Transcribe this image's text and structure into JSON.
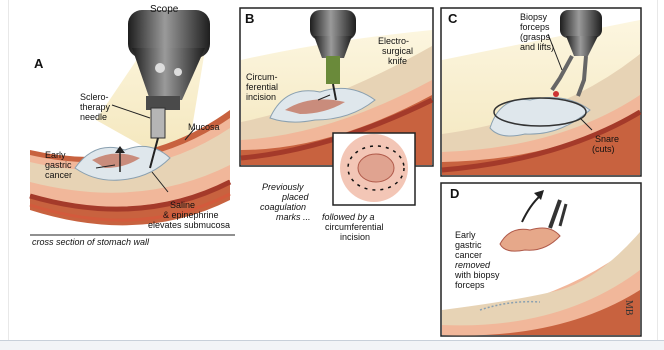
{
  "panels": {
    "a": {
      "letter": "A",
      "scope": "Scope",
      "needle": [
        "Sclero-",
        "therapy",
        "needle"
      ],
      "mucosa": "Mucosa",
      "cancer": [
        "Early",
        "gastric",
        "cancer"
      ],
      "saline": [
        "Saline",
        "& epinephrine",
        "elevates submucosa"
      ],
      "caption": "cross section of stomach wall"
    },
    "b": {
      "letter": "B",
      "knife": [
        "Electro-",
        "surgical",
        "knife"
      ],
      "incision": [
        "Circum-",
        "ferential",
        "incision"
      ],
      "marks": [
        "Previously",
        "placed",
        "coagulation",
        "marks ..."
      ],
      "followed": [
        "followed by a",
        "circumferential",
        "incision"
      ]
    },
    "c": {
      "letter": "C",
      "forceps": [
        "Biopsy",
        "forceps",
        "(grasps",
        "and lifts)"
      ],
      "snare": [
        "Snare",
        "(cuts)"
      ]
    },
    "d": {
      "letter": "D",
      "removed": [
        "Early",
        "gastric",
        "cancer",
        "removed",
        "with biopsy",
        "forceps"
      ]
    },
    "signature": "MB"
  },
  "colors": {
    "wall_outer": "#c8623f",
    "wall_mid": "#f1b79a",
    "wall_inner": "#e7d3b5",
    "muscle": "#a43a2a",
    "scope_dark": "#2d2d2d",
    "scope_light": "#8a8a8a",
    "cone": "#f4e6b8",
    "tumor": "#d88a7a",
    "border": "#222222"
  }
}
